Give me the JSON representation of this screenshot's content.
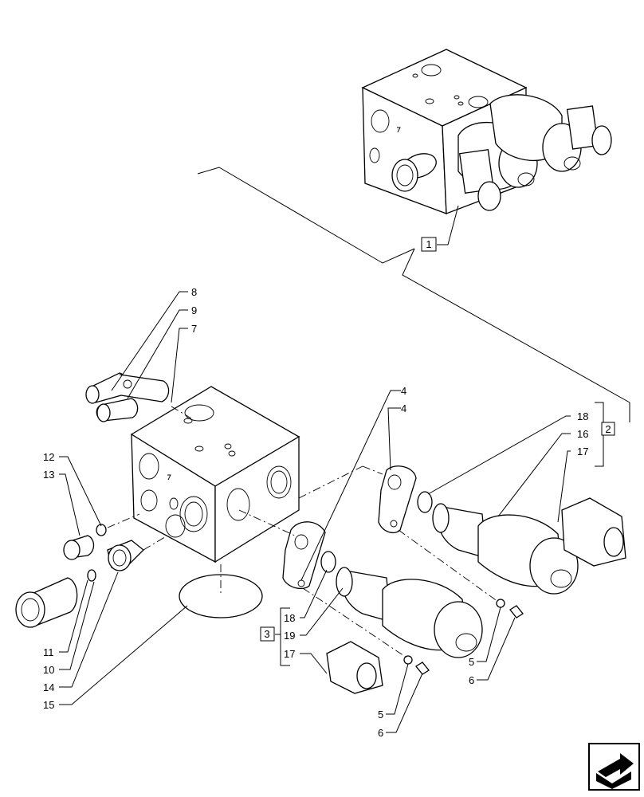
{
  "diagram": {
    "group_labels": {
      "g1": "1",
      "g2": "2",
      "g3": "3"
    },
    "callouts": {
      "c8": "8",
      "c9": "9",
      "c7": "7",
      "c12": "12",
      "c13": "13",
      "c11": "11",
      "c10": "10",
      "c14": "14",
      "c15": "15",
      "c4a": "4",
      "c4b": "4",
      "c18a": "18",
      "c16": "16",
      "c17a": "17",
      "c18b": "18",
      "c19": "19",
      "c17b": "17",
      "c5a": "5",
      "c6a": "6",
      "c5b": "5",
      "c6b": "6"
    },
    "nav_icon": "next-page-arrow-icon"
  }
}
